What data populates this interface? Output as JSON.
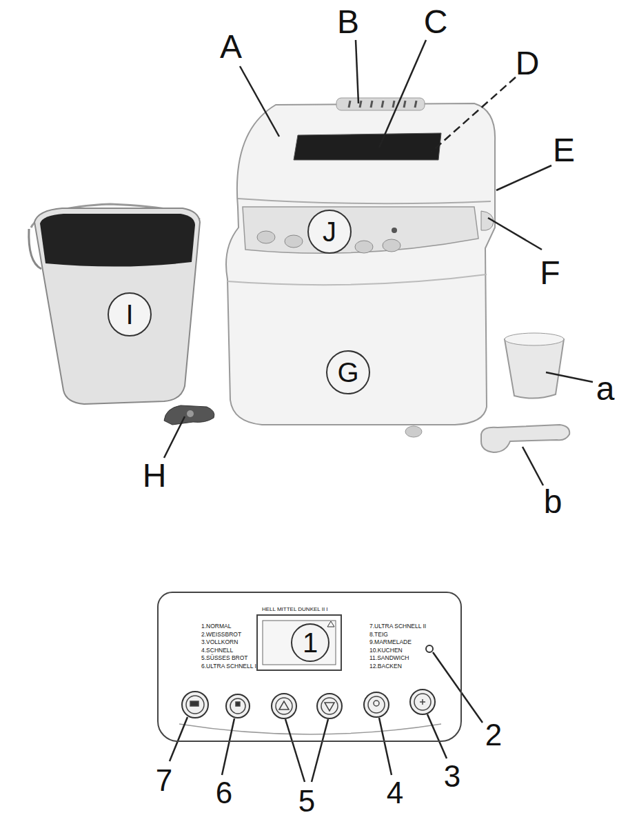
{
  "diagram": {
    "nodes": [
      {
        "text": [
          "J"
        ]
      },
      {
        "text": [
          "I"
        ]
      },
      {
        "text": [
          "G"
        ]
      },
      {
        "text": [
          "HELL MITTEL DUNKEL II I",
          "1.NORMAL",
          "2.WEISSBROT",
          "3.VOLLKORN",
          "4.SCHNELL",
          "5.SÜSSES BROT",
          "6.ULTRA SCHNELL I",
          "7.ULTRA SCHNELL II",
          "8.TEIG",
          "9.MARMELADE",
          "10.KUCHEN",
          "11.SANDWICH",
          "12.BACKEN"
        ]
      },
      {
        "text": [
          "1"
        ],
        "in": 3
      }
    ],
    "labels": [
      "A",
      "B",
      "C",
      "D",
      "E",
      "F",
      "H",
      "a",
      "b",
      "7",
      "6",
      "5",
      "4",
      "3",
      "2"
    ]
  }
}
